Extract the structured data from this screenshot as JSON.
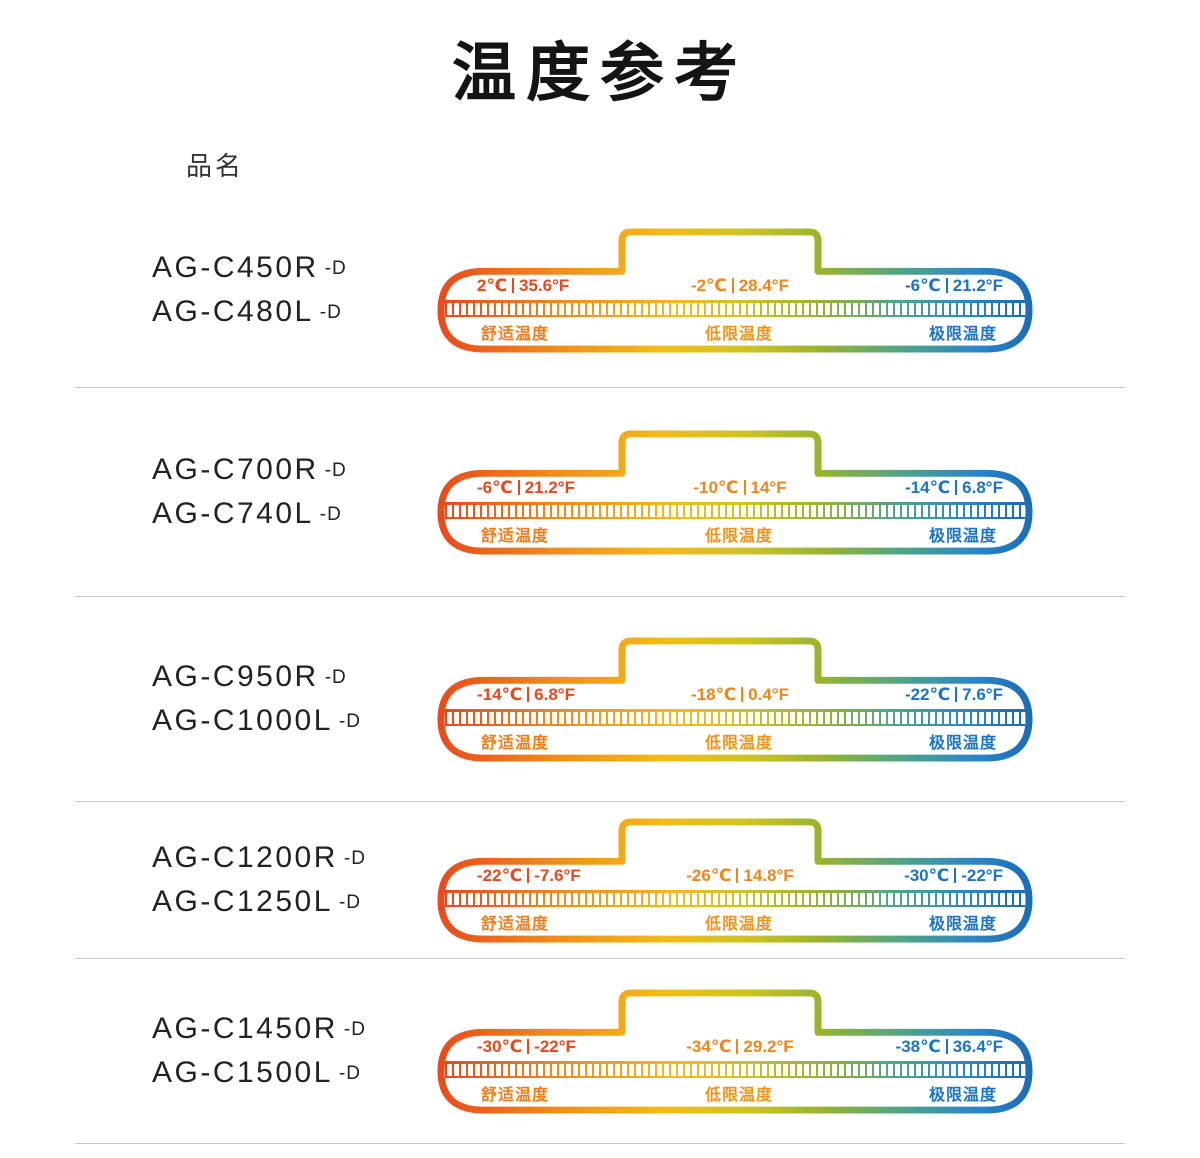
{
  "page": {
    "title": "温度参考",
    "product_name_header": "品名"
  },
  "scale_labels": {
    "comfort": "舒适温度",
    "low_limit": "低限温度",
    "extreme": "极限温度"
  },
  "colors": {
    "comfort_orange_red": "#e8481d",
    "mid_orange": "#f0861a",
    "extreme_blue": "#1b74c5",
    "gradient": [
      "#e8481d",
      "#ef8c1b",
      "#f2bb1a",
      "#9ab42c",
      "#4fa487",
      "#1a6ab8"
    ]
  },
  "rows": [
    {
      "models": [
        {
          "name": "AG-C450R",
          "suffix": "-D"
        },
        {
          "name": "AG-C480L",
          "suffix": "-D"
        }
      ],
      "temps": [
        {
          "c": "2℃",
          "f": "35.6°F"
        },
        {
          "c": "-2℃",
          "f": "28.4°F"
        },
        {
          "c": "-6℃",
          "f": "21.2°F"
        }
      ]
    },
    {
      "models": [
        {
          "name": "AG-C700R",
          "suffix": "-D"
        },
        {
          "name": "AG-C740L",
          "suffix": "-D"
        }
      ],
      "temps": [
        {
          "c": "-6℃",
          "f": "21.2°F"
        },
        {
          "c": "-10℃",
          "f": "14°F"
        },
        {
          "c": "-14℃",
          "f": "6.8°F"
        }
      ]
    },
    {
      "models": [
        {
          "name": "AG-C950R",
          "suffix": "-D"
        },
        {
          "name": "AG-C1000L",
          "suffix": "-D"
        }
      ],
      "temps": [
        {
          "c": "-14℃",
          "f": "6.8°F"
        },
        {
          "c": "-18℃",
          "f": "0.4°F"
        },
        {
          "c": "-22℃",
          "f": "7.6°F"
        }
      ]
    },
    {
      "models": [
        {
          "name": "AG-C1200R",
          "suffix": "-D"
        },
        {
          "name": "AG-C1250L",
          "suffix": "-D"
        }
      ],
      "temps": [
        {
          "c": "-22℃",
          "f": "-7.6°F"
        },
        {
          "c": "-26℃",
          "f": "14.8°F"
        },
        {
          "c": "-30℃",
          "f": "-22°F"
        }
      ]
    },
    {
      "models": [
        {
          "name": "AG-C1450R",
          "suffix": "-D"
        },
        {
          "name": "AG-C1500L",
          "suffix": "-D"
        }
      ],
      "temps": [
        {
          "c": "-30℃",
          "f": "-22°F"
        },
        {
          "c": "-34℃",
          "f": "29.2°F"
        },
        {
          "c": "-38℃",
          "f": "36.4°F"
        }
      ]
    }
  ]
}
